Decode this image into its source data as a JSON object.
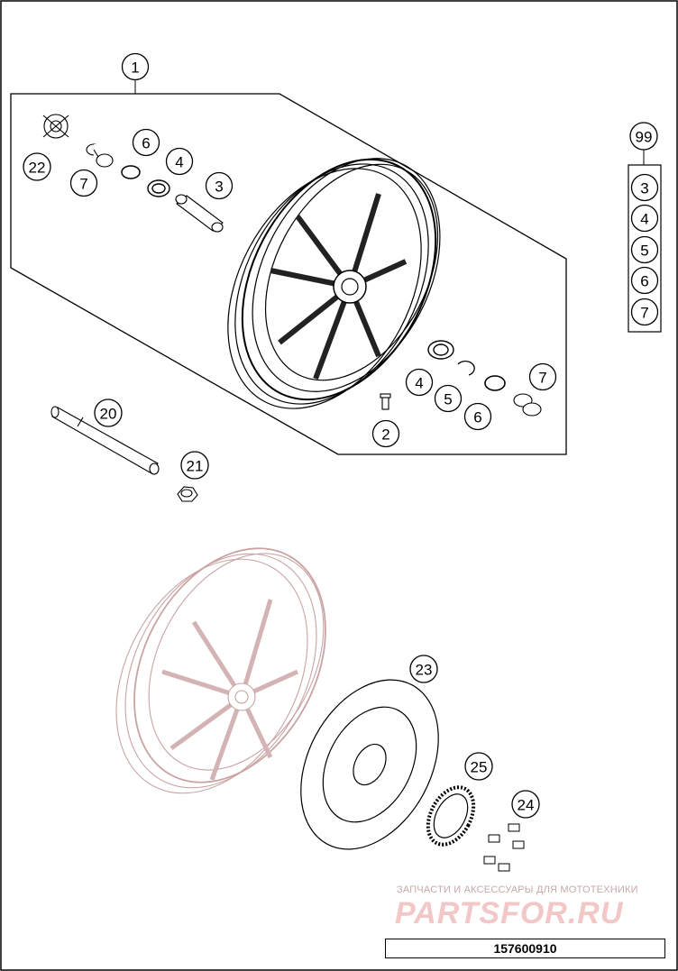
{
  "callouts": [
    {
      "id": "c1",
      "label": "1"
    },
    {
      "id": "c22",
      "label": "22"
    },
    {
      "id": "c6a",
      "label": "6"
    },
    {
      "id": "c4a",
      "label": "4"
    },
    {
      "id": "c7a",
      "label": "7"
    },
    {
      "id": "c3",
      "label": "3"
    },
    {
      "id": "c99",
      "label": "99"
    },
    {
      "id": "k3",
      "label": "3"
    },
    {
      "id": "k4",
      "label": "4"
    },
    {
      "id": "k5",
      "label": "5"
    },
    {
      "id": "k6",
      "label": "6"
    },
    {
      "id": "k7",
      "label": "7"
    },
    {
      "id": "c20",
      "label": "20"
    },
    {
      "id": "c4b",
      "label": "4"
    },
    {
      "id": "c5b",
      "label": "5"
    },
    {
      "id": "c6b",
      "label": "6"
    },
    {
      "id": "c7b",
      "label": "7"
    },
    {
      "id": "c2",
      "label": "2"
    },
    {
      "id": "c21",
      "label": "21"
    },
    {
      "id": "c23",
      "label": "23"
    },
    {
      "id": "c25",
      "label": "25"
    },
    {
      "id": "c24",
      "label": "24"
    }
  ],
  "watermark": {
    "tagline": "ЗАПЧАСТИ И АКСЕССУАРЫ ДЛЯ МОТОТЕХНИКИ",
    "logo": "PARTSFOR.RU"
  },
  "reference_number": "157600910",
  "colors": {
    "line": "#000000",
    "faded_wheel": "#c9a4a4",
    "watermark": "#f2c7c7"
  }
}
